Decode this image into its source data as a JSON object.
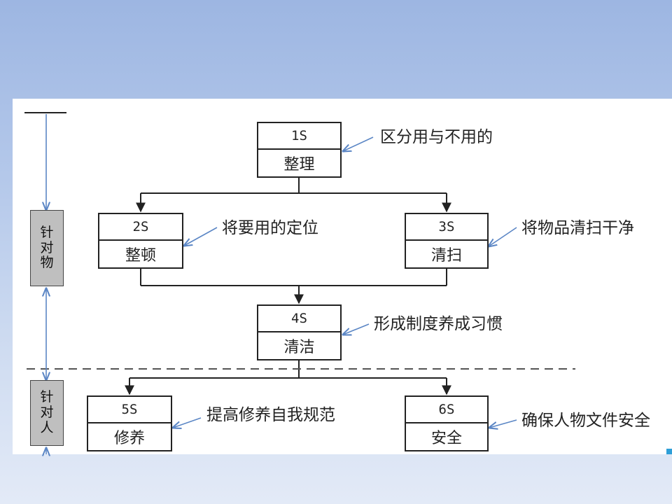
{
  "steps": [
    {
      "num": "1S",
      "name": "整理",
      "note": "区分用与不用的"
    },
    {
      "num": "2S",
      "name": "整顿",
      "note": "将要用的定位"
    },
    {
      "num": "3S",
      "name": "清扫",
      "note": "将物品清扫干净"
    },
    {
      "num": "4S",
      "name": "清洁",
      "note": "形成制度养成习惯"
    },
    {
      "num": "5S",
      "name": "修养",
      "note": "提高修养自我规范"
    },
    {
      "num": "6S",
      "name": "安全",
      "note": "确保人物文件安全"
    }
  ],
  "sections": [
    {
      "chars": [
        "针",
        "对",
        "物"
      ]
    },
    {
      "chars": [
        "针",
        "对",
        "人"
      ]
    }
  ],
  "colors": {
    "arrow": "#5b86c5",
    "line": "#222222",
    "sidebox": "#bfbfbf",
    "corner": "#2e9fd8"
  }
}
